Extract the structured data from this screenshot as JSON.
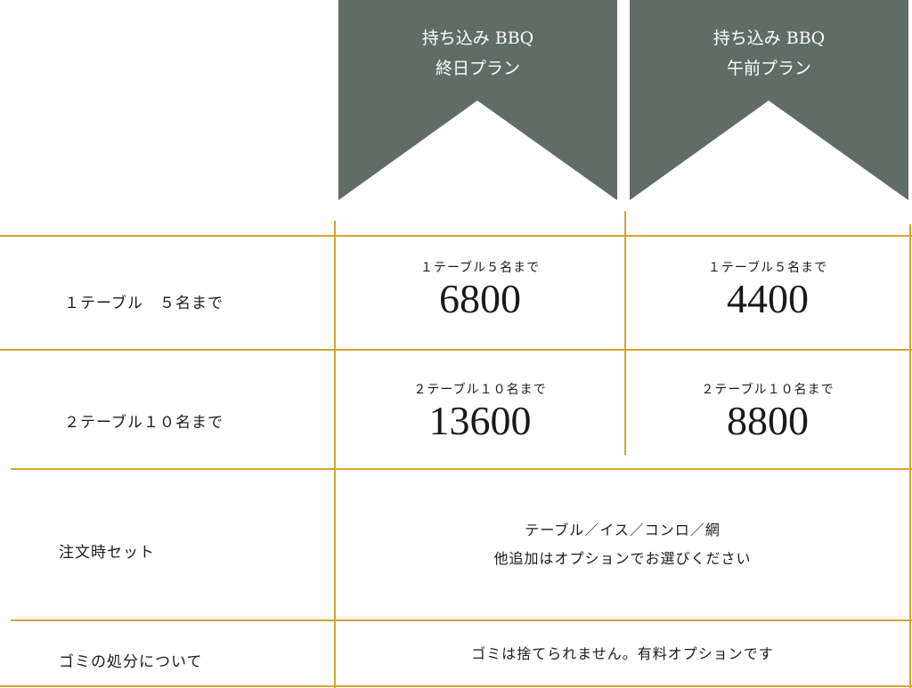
{
  "colors": {
    "banner": "#5f6d66",
    "line": "#d4a52c"
  },
  "plans": [
    {
      "title_line1": "持ち込み BBQ",
      "title_line2": "終日プラン",
      "rows": [
        {
          "sub": "１テーブル５名まで",
          "price": "6800"
        },
        {
          "sub": "２テーブル１０名まで",
          "price": "13600"
        }
      ]
    },
    {
      "title_line1": "持ち込み BBQ",
      "title_line2": "午前プラン",
      "rows": [
        {
          "sub": "１テーブル５名まで",
          "price": "4400"
        },
        {
          "sub": "２テーブル１０名まで",
          "price": "8800"
        }
      ]
    }
  ],
  "row_labels": [
    "１テーブル　５名まで",
    "２テーブル１０名まで",
    "注文時セット",
    "ゴミの処分について"
  ],
  "set_note": {
    "line1": "テーブル／イス／コンロ／網",
    "line2": "他追加はオプションでお選びください"
  },
  "garbage_note": "ゴミは捨てられません。有料オプションです"
}
